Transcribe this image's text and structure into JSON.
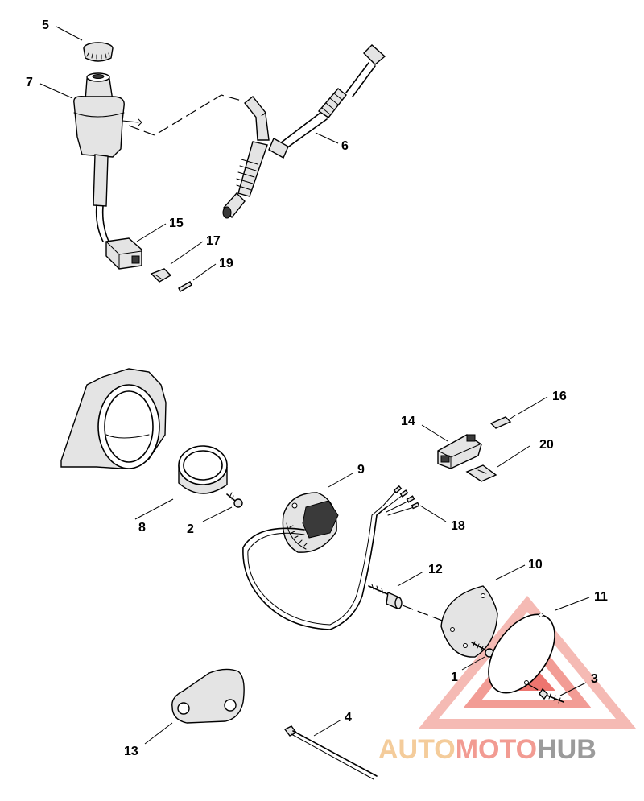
{
  "callouts": [
    "1",
    "2",
    "3",
    "4",
    "5",
    "6",
    "7",
    "8",
    "9",
    "10",
    "11",
    "12",
    "13",
    "14",
    "15",
    "16",
    "17",
    "18",
    "19",
    "20"
  ],
  "watermark": {
    "part1": "AUTO",
    "part2": "MOTO",
    "part3": "HUB",
    "color_auto": "#f3c48a",
    "color_moto": "#f08a80",
    "color_hub": "#8a8a8a",
    "logo_color": "#e8473f"
  }
}
